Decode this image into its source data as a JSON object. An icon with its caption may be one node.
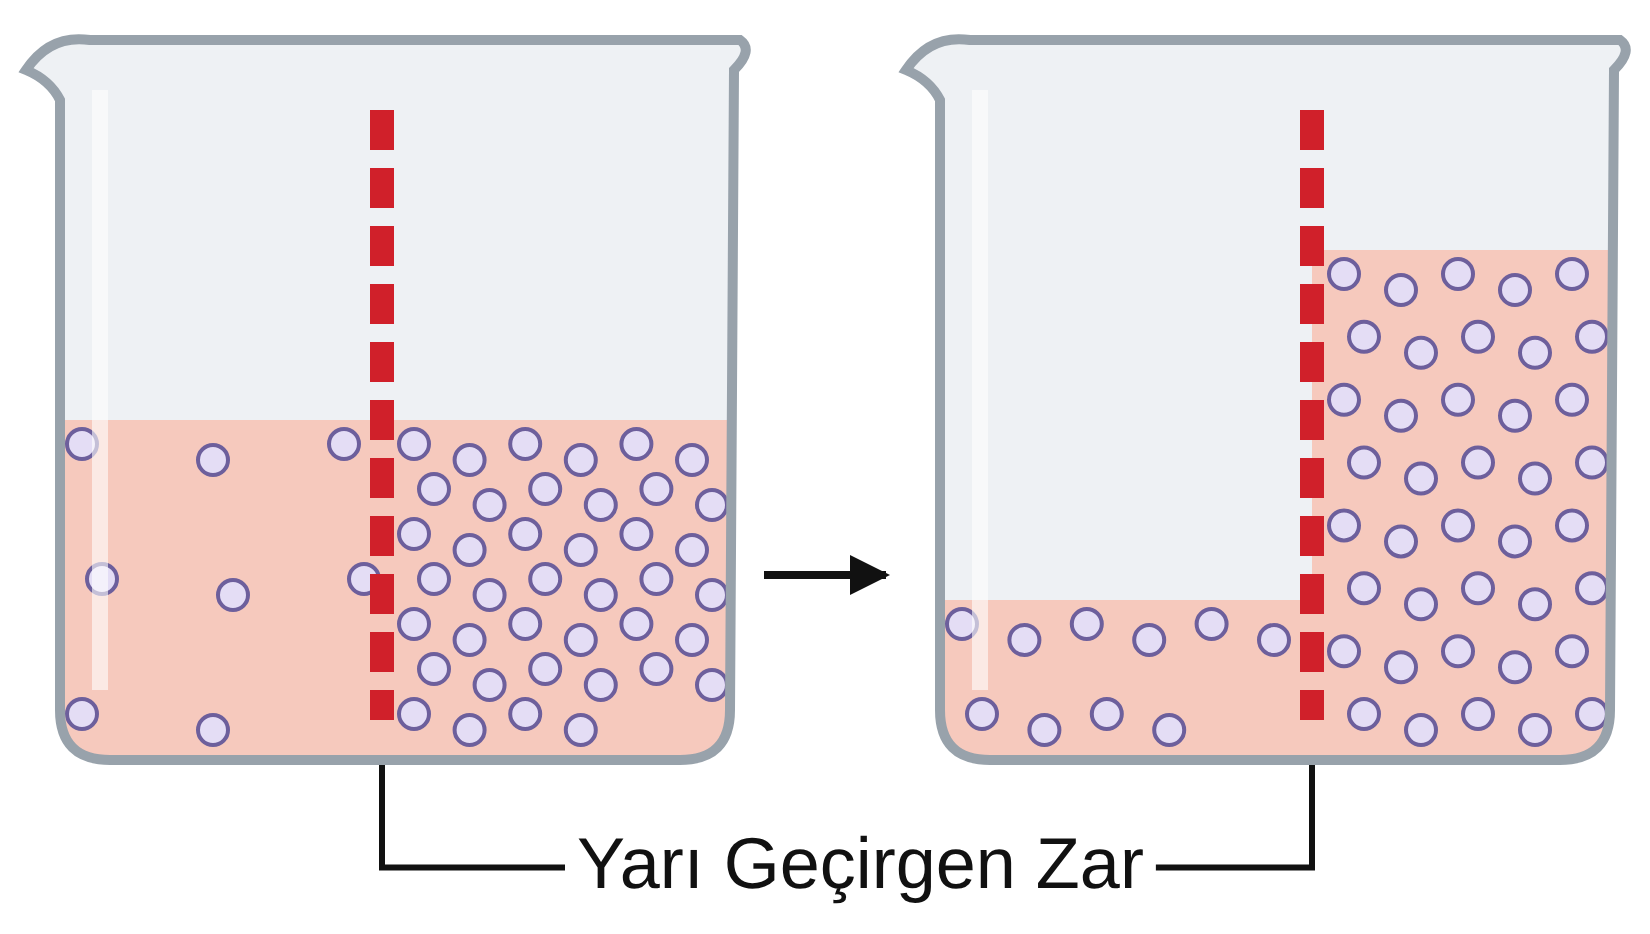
{
  "diagram": {
    "nodes": [
      {
        "text": [],
        "shape": "picture"
      },
      {
        "text": [],
        "shape": "bar",
        "in": 0
      },
      {
        "text": [],
        "shape": "picture"
      },
      {
        "text": [],
        "shape": "bar",
        "in": 2
      },
      {
        "text": [
          "Yarı Geçirgen Zar"
        ]
      }
    ],
    "edges": [
      {
        "from": 0,
        "to": 2,
        "arrow": "to"
      },
      {
        "from": 4,
        "to": 1,
        "arrow": "none"
      },
      {
        "from": 4,
        "to": 3,
        "arrow": "none"
      }
    ]
  }
}
